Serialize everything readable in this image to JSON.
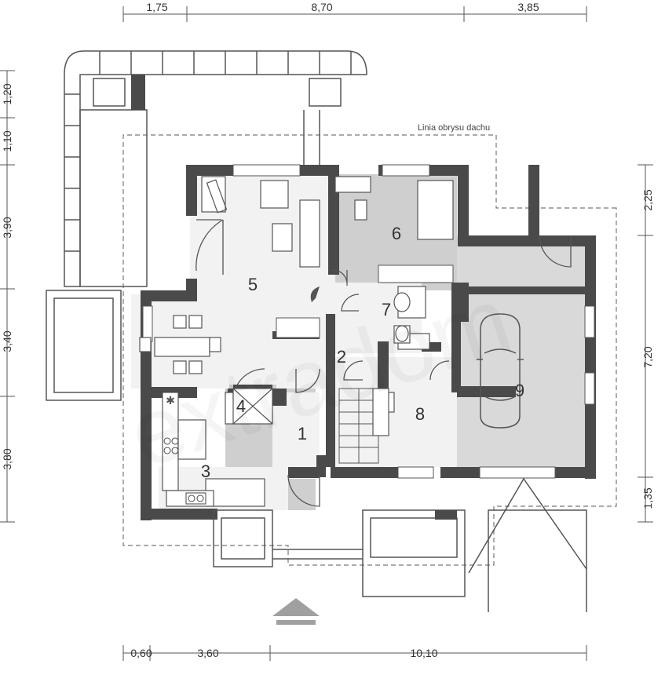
{
  "dimensions": {
    "top": [
      "1,75",
      "8,70",
      "3,85"
    ],
    "left": [
      "1,20",
      "1,10",
      "3,90",
      "3,40",
      "3,80"
    ],
    "right": [
      "2,25",
      "7,20",
      "1,35"
    ],
    "bottom": [
      "0,60",
      "3,60",
      "10,10"
    ]
  },
  "rooms": [
    "1",
    "2",
    "3",
    "4",
    "5",
    "6",
    "7",
    "8",
    "9"
  ],
  "roof_outline_label": "Linia obrysu dachu",
  "watermark": "extradom",
  "colors": {
    "wall": "#4a4a4a",
    "room_light": "#f2f2f2",
    "room_mid": "#cfcfcf",
    "room_garage": "#d9d9d9",
    "line": "#555555"
  }
}
